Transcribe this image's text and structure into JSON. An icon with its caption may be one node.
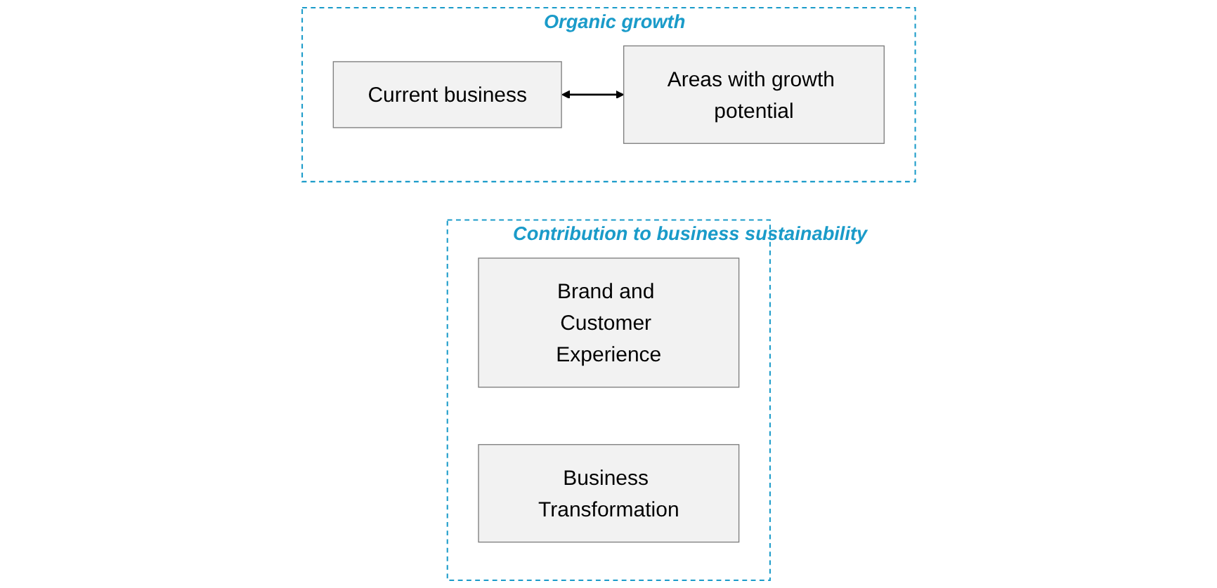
{
  "diagram": {
    "nodes": [
      {
        "text": [
          "Organic growth"
        ]
      },
      {
        "text": [
          "Current business"
        ],
        "in": 0
      },
      {
        "text": [
          "Areas with growth potential"
        ],
        "in": 0
      },
      {
        "text": [
          "Contribution to business sustainability"
        ]
      },
      {
        "text": [
          "Brand and Customer Experience"
        ],
        "in": 3
      },
      {
        "text": [
          "Business Transformation"
        ],
        "in": 3
      }
    ],
    "edges": [
      {
        "from": 1,
        "to": 2,
        "arrow": "both"
      }
    ]
  }
}
